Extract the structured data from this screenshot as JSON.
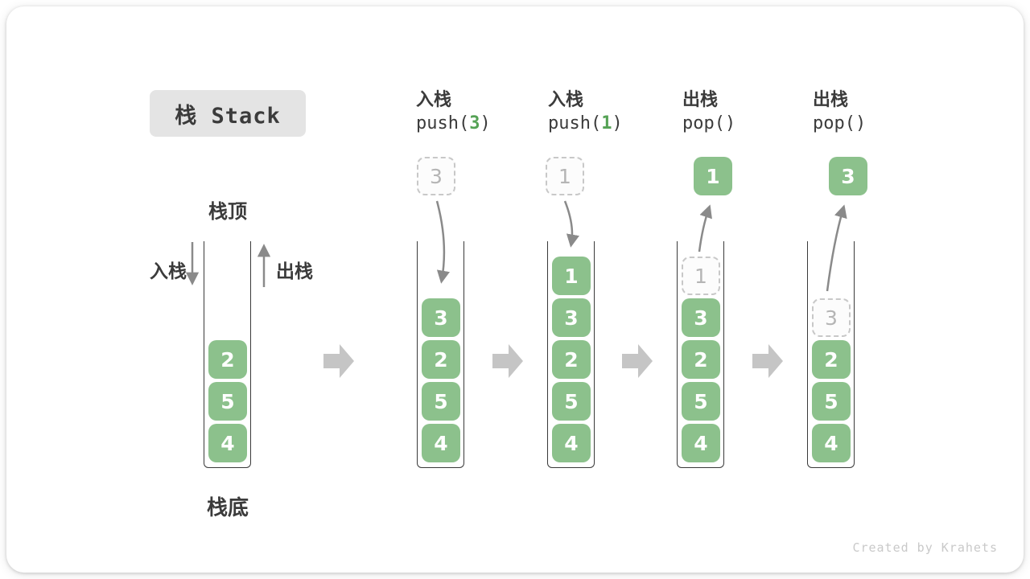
{
  "title": "栈 Stack",
  "footer_credit": "Created by Krahets",
  "colors": {
    "box_green": "#8CC18C",
    "box_text": "#FFFFFF",
    "dashed_border": "#C8C8C8",
    "dashed_text": "#B5B5B5",
    "label_text": "#3B3B3B",
    "code_arg_green": "#55A255",
    "flow_arrow": "#8A8A8A",
    "block_arrow": "#C5C5C5",
    "title_bg": "#E4E4E4",
    "container_border": "#3A3A3A",
    "footer_text": "#C9C9C9"
  },
  "initial_stack": {
    "top_label": "栈顶",
    "bottom_label": "栈底",
    "push_label": "入栈",
    "pop_label": "出栈"
  },
  "stages": [
    {
      "id": "initial",
      "slots": [
        {
          "value": "4",
          "style": "solid"
        },
        {
          "value": "5",
          "style": "solid"
        },
        {
          "value": "2",
          "style": "solid"
        }
      ]
    },
    {
      "id": "push-3",
      "op": {
        "title": "入栈",
        "code_prefix": "push(",
        "code_arg": "3",
        "code_suffix": ")"
      },
      "floating": {
        "value": "3",
        "style": "dashed"
      },
      "arrow": "push",
      "slots": [
        {
          "value": "4",
          "style": "solid"
        },
        {
          "value": "5",
          "style": "solid"
        },
        {
          "value": "2",
          "style": "solid"
        },
        {
          "value": "3",
          "style": "solid"
        }
      ]
    },
    {
      "id": "push-1",
      "op": {
        "title": "入栈",
        "code_prefix": "push(",
        "code_arg": "1",
        "code_suffix": ")"
      },
      "floating": {
        "value": "1",
        "style": "dashed"
      },
      "arrow": "push",
      "slots": [
        {
          "value": "4",
          "style": "solid"
        },
        {
          "value": "5",
          "style": "solid"
        },
        {
          "value": "2",
          "style": "solid"
        },
        {
          "value": "3",
          "style": "solid"
        },
        {
          "value": "1",
          "style": "solid"
        }
      ]
    },
    {
      "id": "pop-1",
      "op": {
        "title": "出栈",
        "code_prefix": "pop(",
        "code_arg": "",
        "code_suffix": ")"
      },
      "floating": {
        "value": "1",
        "style": "solid"
      },
      "arrow": "pop",
      "slots": [
        {
          "value": "4",
          "style": "solid"
        },
        {
          "value": "5",
          "style": "solid"
        },
        {
          "value": "2",
          "style": "solid"
        },
        {
          "value": "3",
          "style": "solid"
        },
        {
          "value": "1",
          "style": "dashed"
        }
      ]
    },
    {
      "id": "pop-3",
      "op": {
        "title": "出栈",
        "code_prefix": "pop(",
        "code_arg": "",
        "code_suffix": ")"
      },
      "floating": {
        "value": "3",
        "style": "solid"
      },
      "arrow": "pop",
      "slots": [
        {
          "value": "4",
          "style": "solid"
        },
        {
          "value": "5",
          "style": "solid"
        },
        {
          "value": "2",
          "style": "solid"
        },
        {
          "value": "3",
          "style": "dashed"
        }
      ]
    }
  ]
}
